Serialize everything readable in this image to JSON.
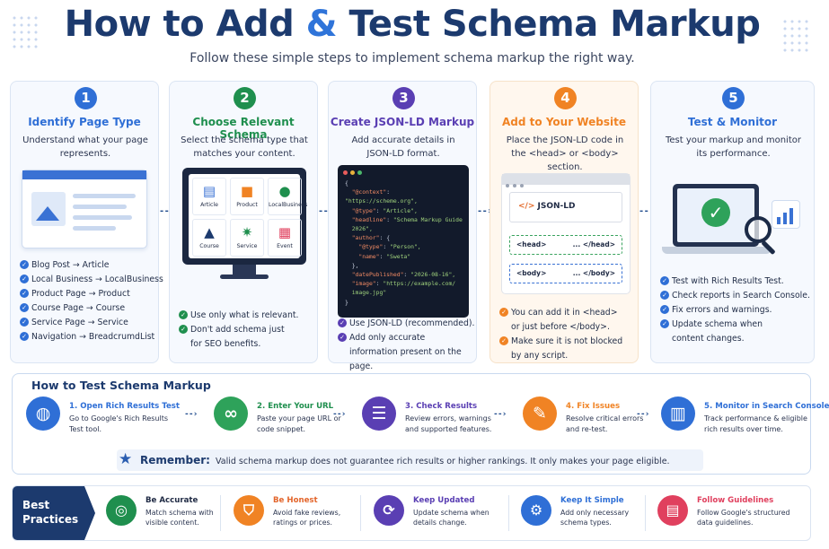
{
  "header": {
    "title_part1": "How to Add ",
    "title_amp": "&",
    "title_part2": " Test Schema Markup",
    "subtitle": "Follow these simple steps to implement schema markup the right way."
  },
  "colors": {
    "blue": "#2f6fd6",
    "green": "#1f8f4e",
    "purple": "#5a3fb3",
    "orange": "#f08324",
    "navy": "#1c3a6e",
    "red": "#e0405e"
  },
  "steps": [
    {
      "number": "1",
      "title": "Identify Page Type",
      "desc": "Understand what your page represents.",
      "items": [
        "Blog Post → Article",
        "Local Business → LocalBusiness",
        "Product Page → Product",
        "Course Page → Course",
        "Service Page → Service",
        "Navigation → BreadcrumdList"
      ]
    },
    {
      "number": "2",
      "title": "Choose Relevant Schema",
      "desc": "Select the schema type that matches your content.",
      "tiles": [
        "Article",
        "Product",
        "LocalBusiness",
        "Course",
        "Service",
        "Event"
      ],
      "items": [
        "Use only what is relevant.",
        "Don't add schema just for SEO benefits."
      ]
    },
    {
      "number": "3",
      "title": "Create JSON-LD Markup",
      "desc": "Add accurate details in JSON-LD format.",
      "code": {
        "open": "{",
        "context_k": "\"@context\"",
        "context_v": "\"https://scheme.org\",",
        "type_k": "\"@type\"",
        "type_v": "\"Article\",",
        "headline_k": "\"headline\"",
        "headline_v": "\"Schema Markup Guide",
        "headline_v2": "2026\",",
        "author_k": "\"author\"",
        "author_v": "{",
        "atype_k": "\"@type\"",
        "atype_v": "\"Person\",",
        "name_k": "\"name\"",
        "name_v": "\"Sweta\"",
        "author_close": "},",
        "date_k": "\"datePublished\"",
        "date_v": "\"2026-08-16\",",
        "image_k": "\"image\"",
        "image_v": "\"https://example.com/",
        "image_v2": "image.jpg\"",
        "close": "}"
      },
      "items": [
        "Use JSON-LD (recommended).",
        "Add only accurate information present on the page."
      ]
    },
    {
      "number": "4",
      "title": "Add to Your Website",
      "desc": "Place the JSON-LD code in the <head> or <body> section.",
      "jsonld_tag": "</>",
      "jsonld_label": "JSON-LD",
      "head_open": "<head>",
      "head_close": "... </head>",
      "body_open": "<body>",
      "body_close": "... </body>",
      "items": [
        "You can add it in <head> or just before </body>.",
        "Make sure it is not blocked by any script."
      ]
    },
    {
      "number": "5",
      "title": "Test & Monitor",
      "desc": "Test your markup and monitor its performance.",
      "items": [
        "Test with Rich Results Test.",
        "Check reports in Search Console.",
        "Fix errors and warnings.",
        "Update schema when content changes."
      ]
    }
  ],
  "test": {
    "title": "How to Test Schema Markup",
    "steps": [
      {
        "title": "1. Open Rich Results Test",
        "desc": "Go to Google's Rich Results Test tool."
      },
      {
        "title": "2. Enter Your URL",
        "desc": "Paste your page URL or code snippet."
      },
      {
        "title": "3. Check Results",
        "desc": "Review errors, warnings and supported features."
      },
      {
        "title": "4. Fix Issues",
        "desc": "Resolve critical errors and re-test."
      },
      {
        "title": "5. Monitor in Search Console",
        "desc": "Track performance & eligible rich results over time."
      }
    ],
    "remember_label": "Remember:",
    "remember_text": "Valid schema markup does not guarantee rich results or higher rankings. It only makes your page eligible."
  },
  "best": {
    "label_line1": "Best",
    "label_line2": "Practices",
    "items": [
      {
        "title": "Be Accurate",
        "desc": "Match schema with visible content."
      },
      {
        "title": "Be Honest",
        "desc": "Avoid fake reviews, ratings or prices."
      },
      {
        "title": "Keep Updated",
        "desc": "Update schema when details change."
      },
      {
        "title": "Keep It Simple",
        "desc": "Add only necessary schema types."
      },
      {
        "title": "Follow Guidelines",
        "desc": "Follow Google's structured data guidelines."
      }
    ]
  },
  "icons": {
    "step1": "browser-page-icon",
    "step2": "schema-types-monitor-icon",
    "step3": "code-window-icon",
    "step4": "website-window-icon",
    "step5": "laptop-check-icon",
    "test1": "globe-icon",
    "test2": "link-icon",
    "test3": "checklist-icon",
    "test4": "wrench-icon",
    "test5": "monitor-chart-icon",
    "remember": "star-icon",
    "best1": "target-icon",
    "best2": "shield-icon",
    "best3": "refresh-icon",
    "best4": "gear-icon",
    "best5": "book-icon"
  }
}
